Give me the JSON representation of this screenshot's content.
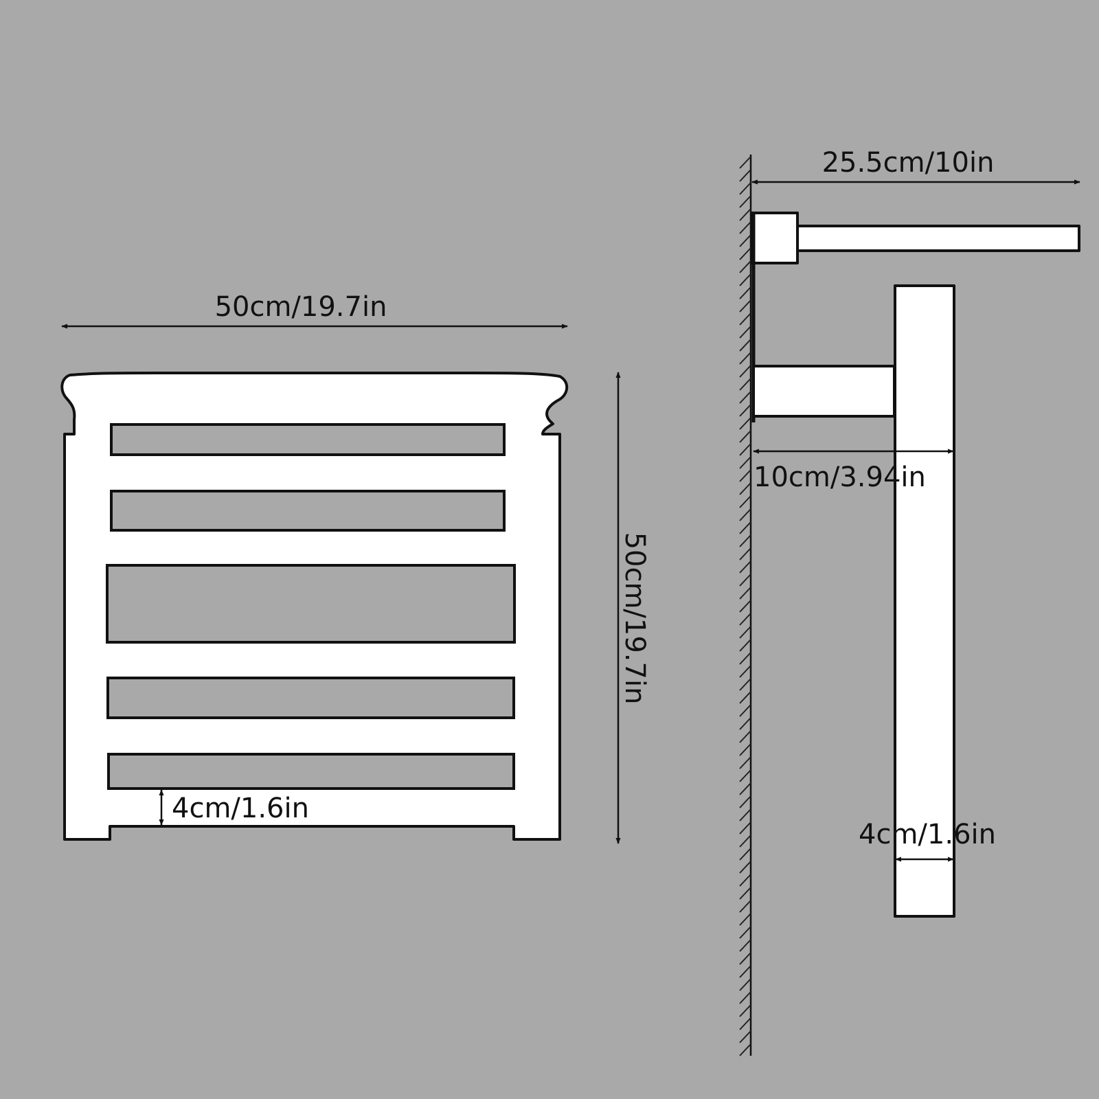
{
  "colors": {
    "background": "#a9a9a9",
    "product_fill": "#ffffff",
    "outline": "#111111"
  },
  "front_view": {
    "width_label": "50cm/19.7in",
    "height_label": "50cm/19.7in",
    "bar_gap_label": "4cm/1.6in",
    "slot_count": 5
  },
  "side_view": {
    "depth_label": "25.5cm/10in",
    "standoff_label": "10cm/3.94in",
    "bar_width_label": "4cm/1.6in"
  }
}
